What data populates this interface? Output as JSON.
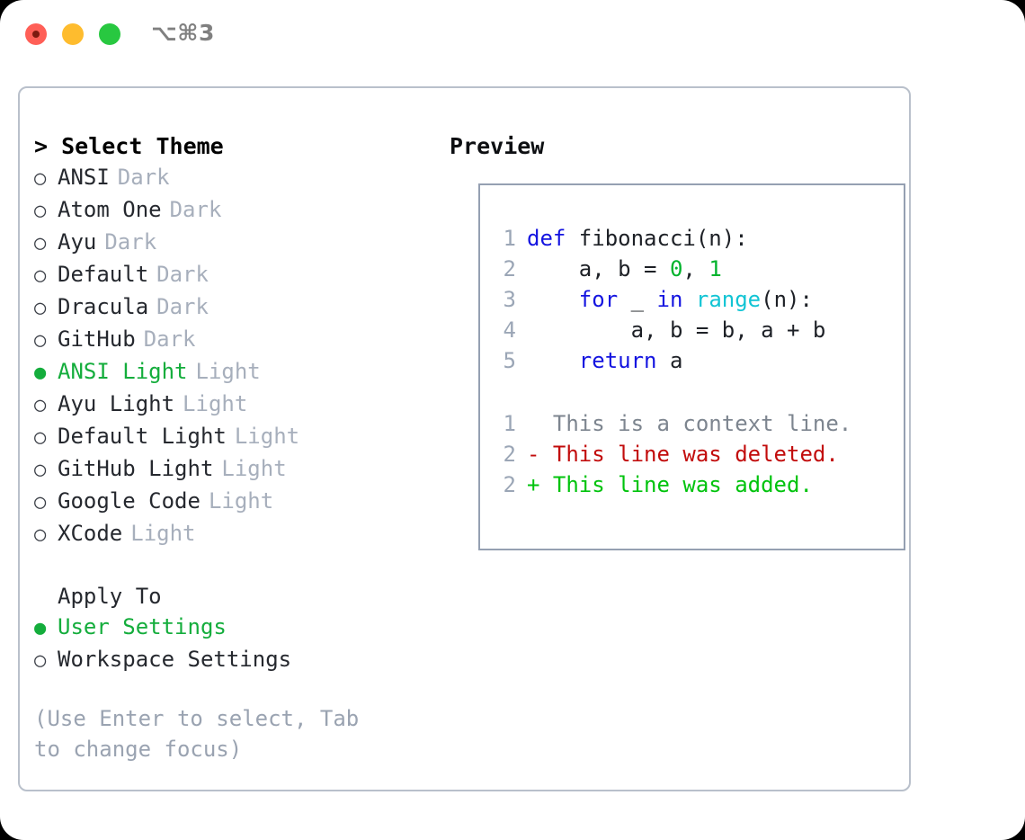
{
  "titlebar": {
    "shortcut": "⌥⌘3",
    "buttons": [
      "close",
      "minimize",
      "zoom"
    ]
  },
  "theme_panel": {
    "header": "> Select Theme",
    "themes": [
      {
        "bullet": "○",
        "name": "ANSI",
        "tag": "Dark",
        "selected": false
      },
      {
        "bullet": "○",
        "name": "Atom One",
        "tag": "Dark",
        "selected": false
      },
      {
        "bullet": "○",
        "name": "Ayu",
        "tag": "Dark",
        "selected": false
      },
      {
        "bullet": "○",
        "name": "Default",
        "tag": "Dark",
        "selected": false
      },
      {
        "bullet": "○",
        "name": "Dracula",
        "tag": "Dark",
        "selected": false
      },
      {
        "bullet": "○",
        "name": "GitHub",
        "tag": "Dark",
        "selected": false
      },
      {
        "bullet": "●",
        "name": "ANSI Light",
        "tag": "Light",
        "selected": true
      },
      {
        "bullet": "○",
        "name": "Ayu Light",
        "tag": "Light",
        "selected": false
      },
      {
        "bullet": "○",
        "name": "Default Light",
        "tag": "Light",
        "selected": false
      },
      {
        "bullet": "○",
        "name": "GitHub Light",
        "tag": "Light",
        "selected": false
      },
      {
        "bullet": "○",
        "name": "Google Code",
        "tag": "Light",
        "selected": false
      },
      {
        "bullet": "○",
        "name": "XCode",
        "tag": "Light",
        "selected": false
      }
    ],
    "apply_to": {
      "title": "Apply To",
      "options": [
        {
          "bullet": "●",
          "label": "User Settings",
          "selected": true
        },
        {
          "bullet": "○",
          "label": "Workspace Settings",
          "selected": false
        }
      ]
    },
    "hint": "(Use Enter to select, Tab to change focus)"
  },
  "preview": {
    "title": "Preview",
    "code": [
      {
        "num": "1",
        "tokens": [
          {
            "t": "def ",
            "c": "kw"
          },
          {
            "t": "fibonacci(n):",
            "c": "id"
          }
        ]
      },
      {
        "num": "2",
        "tokens": [
          {
            "t": "    a, b = ",
            "c": "id"
          },
          {
            "t": "0",
            "c": "num"
          },
          {
            "t": ", ",
            "c": "id"
          },
          {
            "t": "1",
            "c": "num"
          }
        ]
      },
      {
        "num": "3",
        "tokens": [
          {
            "t": "    ",
            "c": "id"
          },
          {
            "t": "for",
            "c": "kw"
          },
          {
            "t": " _ ",
            "c": "id"
          },
          {
            "t": "in",
            "c": "kw"
          },
          {
            "t": " ",
            "c": "id"
          },
          {
            "t": "range",
            "c": "fn"
          },
          {
            "t": "(n):",
            "c": "id"
          }
        ]
      },
      {
        "num": "4",
        "tokens": [
          {
            "t": "        a, b = b, a + b",
            "c": "id"
          }
        ]
      },
      {
        "num": "5",
        "tokens": [
          {
            "t": "    ",
            "c": "id"
          },
          {
            "t": "return",
            "c": "kw"
          },
          {
            "t": " a",
            "c": "id"
          }
        ]
      }
    ],
    "diff": [
      {
        "num": "1",
        "marker": " ",
        "text": " This is a context line.",
        "kind": "ctx"
      },
      {
        "num": "2",
        "marker": "-",
        "text": " This line was deleted.",
        "kind": "del"
      },
      {
        "num": "2",
        "marker": "+",
        "text": " This line was added.",
        "kind": "add"
      }
    ]
  },
  "colors": {
    "accent_green": "#14ad3c",
    "tag_gray": "#a7afbc",
    "hint_gray": "#9aa3b1",
    "border": "#b9c0cb",
    "preview_border": "#95a0b2",
    "keyword_blue": "#1414e0",
    "function_cyan": "#11c4d4",
    "number_green": "#00b32c",
    "diff_delete_red": "#c20c0c",
    "diff_add_green": "#00c30d"
  }
}
